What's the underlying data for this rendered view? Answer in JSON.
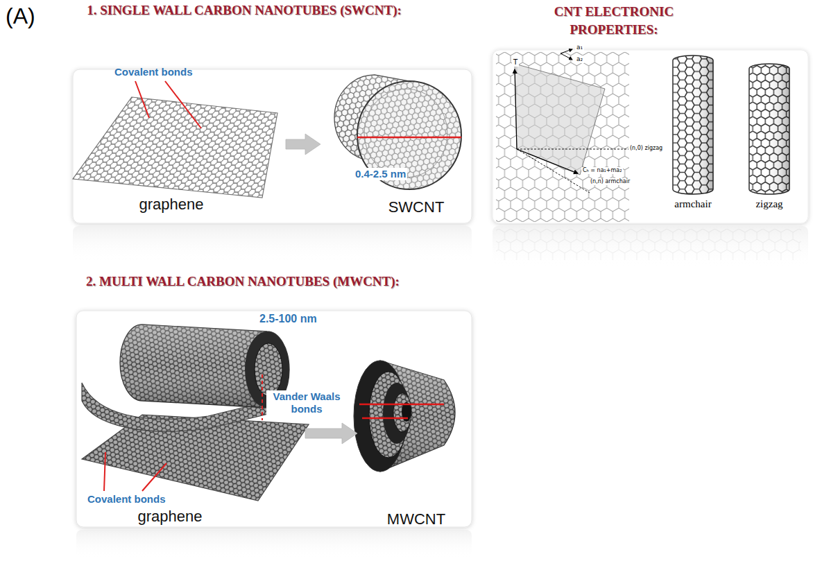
{
  "diagram": {
    "nodes": [
      {
        "text": [
          "1. SINGLE WALL CARBON NANOTUBES (SWCNT):"
        ]
      },
      {
        "text": [
          "graphene"
        ],
        "in": 0
      },
      {
        "text": [
          "SWCNT"
        ],
        "in": 0
      },
      {
        "text": [
          "2. MULTI WALL CARBON NANOTUBES (MWCNT):"
        ]
      },
      {
        "text": [
          "graphene"
        ],
        "in": 3
      },
      {
        "text": [
          "MWCNT"
        ],
        "in": 3
      },
      {
        "text": [
          "CNT ELECTRONIC PROPERTIES:"
        ]
      }
    ],
    "edges": [
      {
        "from": 1,
        "to": 2,
        "arrow": "to"
      },
      {
        "from": 4,
        "to": 5,
        "arrow": "to"
      }
    ],
    "labels": [
      "(A)",
      "Covalent bonds",
      "0.4-2.5 nm",
      "2.5-100 nm",
      "Vander Waals bonds",
      "Covalent bonds",
      "T",
      "a₁",
      "a₂",
      "(n,0) zigzag",
      "Cₕ = na₁+ma₂",
      "(n,n) armchair",
      "armchair",
      "zigzag"
    ]
  }
}
